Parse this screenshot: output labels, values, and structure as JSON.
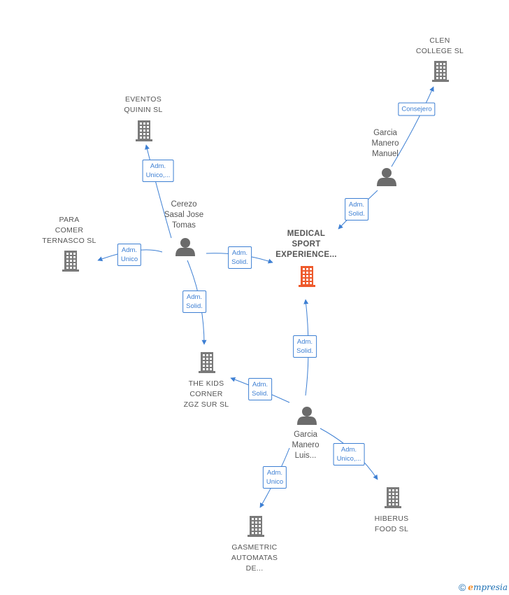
{
  "colors": {
    "edge": "#3d7fd3",
    "building": "#7a7a7a",
    "focus_building": "#ee5a2c",
    "person": "#6b6b6b"
  },
  "nodes": [
    {
      "id": "clen",
      "type": "company",
      "label": "CLEN\nCOLLEGE  SL"
    },
    {
      "id": "eventos",
      "type": "company",
      "label": "EVENTOS\nQUININ  SL"
    },
    {
      "id": "para",
      "type": "company",
      "label": "PARA\nCOMER\nTERNASCO SL"
    },
    {
      "id": "medical",
      "type": "focus",
      "label": "MEDICAL\nSPORT\nEXPERIENCE..."
    },
    {
      "id": "kids",
      "type": "company",
      "label": "THE KIDS\nCORNER\nZGZ SUR  SL"
    },
    {
      "id": "hiberus",
      "type": "company",
      "label": "HIBERUS\nFOOD  SL"
    },
    {
      "id": "gasmetric",
      "type": "company",
      "label": "GASMETRIC\nAUTOMATAS\nDE..."
    },
    {
      "id": "garcia_manuel",
      "type": "person",
      "label": "Garcia\nManero\nManuel"
    },
    {
      "id": "cerezo",
      "type": "person",
      "label": "Cerezo\nSasal Jose\nTomas"
    },
    {
      "id": "garcia_luis",
      "type": "person",
      "label": "Garcia\nManero\nLuis..."
    }
  ],
  "edges": [
    {
      "from": "garcia_manuel",
      "to": "clen",
      "label": "Consejero"
    },
    {
      "from": "garcia_manuel",
      "to": "medical",
      "label": "Adm.\nSolid."
    },
    {
      "from": "cerezo",
      "to": "eventos",
      "label": "Adm.\nUnico,..."
    },
    {
      "from": "cerezo",
      "to": "para",
      "label": "Adm.\nUnico"
    },
    {
      "from": "cerezo",
      "to": "medical",
      "label": "Adm.\nSolid."
    },
    {
      "from": "cerezo",
      "to": "kids",
      "label": "Adm.\nSolid."
    },
    {
      "from": "garcia_luis",
      "to": "medical",
      "label": "Adm.\nSolid."
    },
    {
      "from": "garcia_luis",
      "to": "kids",
      "label": "Adm.\nSolid."
    },
    {
      "from": "garcia_luis",
      "to": "hiberus",
      "label": "Adm.\nUnico,..."
    },
    {
      "from": "garcia_luis",
      "to": "gasmetric",
      "label": "Adm.\nUnico"
    }
  ],
  "footer": {
    "copyright_symbol": "©",
    "brand_initial": "e",
    "brand_rest": "mpresia"
  }
}
